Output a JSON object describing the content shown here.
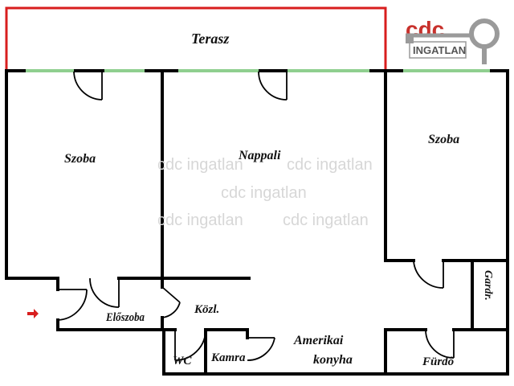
{
  "rooms": {
    "terrace": "Terasz",
    "room_left": "Szoba",
    "living_room": "Nappali",
    "room_right": "Szoba",
    "hall": "Előszoba",
    "corridor": "Közl.",
    "wc": "WC",
    "pantry": "Kamra",
    "kitchen_line1": "Amerikai",
    "kitchen_line2": "konyha",
    "bathroom": "Fürdő",
    "wardrobe": "Gardr."
  },
  "watermark": "cdc ingatlan",
  "logo": {
    "brand": "cdc",
    "name": "INGATLAN"
  },
  "colors": {
    "wall": "#000000",
    "terrace_outline": "#d81e1e",
    "window": "#8fcf8f",
    "entrance_arrow": "#d81e1e",
    "logo_red": "#c8312c",
    "logo_gray": "#9a9a9a"
  }
}
